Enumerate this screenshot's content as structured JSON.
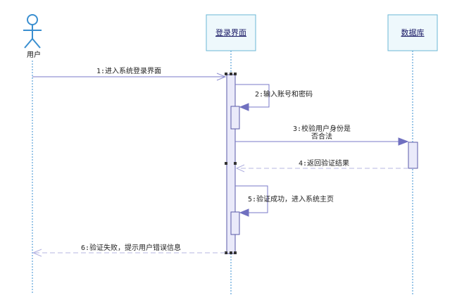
{
  "actor": {
    "label": "用户",
    "icon": "stick-figure-icon",
    "color": "#3a8fd0"
  },
  "lifelines": [
    {
      "id": "login",
      "title": "登录界面"
    },
    {
      "id": "db",
      "title": "数据库"
    }
  ],
  "messages": [
    {
      "id": "m1",
      "lines": [
        "1:进入系统登录界面"
      ]
    },
    {
      "id": "m2",
      "lines": [
        "2:输入账号和密码"
      ]
    },
    {
      "id": "m3",
      "lines": [
        "3:校验用户身份是",
        "否合法"
      ]
    },
    {
      "id": "m4",
      "lines": [
        "4:返回验证结果"
      ]
    },
    {
      "id": "m5",
      "lines": [
        "5:验证成功，进入系统主页"
      ]
    },
    {
      "id": "m6",
      "lines": [
        "6:验证失败，提示用户错误信息"
      ]
    }
  ],
  "colors": {
    "lifeline_box_fill": "#eef8fc",
    "lifeline_box_border": "#6bb7d6",
    "activation_fill": "#eaeafa",
    "message_arrow": "#7070c0",
    "return_arrow": "#b0b0e0"
  }
}
